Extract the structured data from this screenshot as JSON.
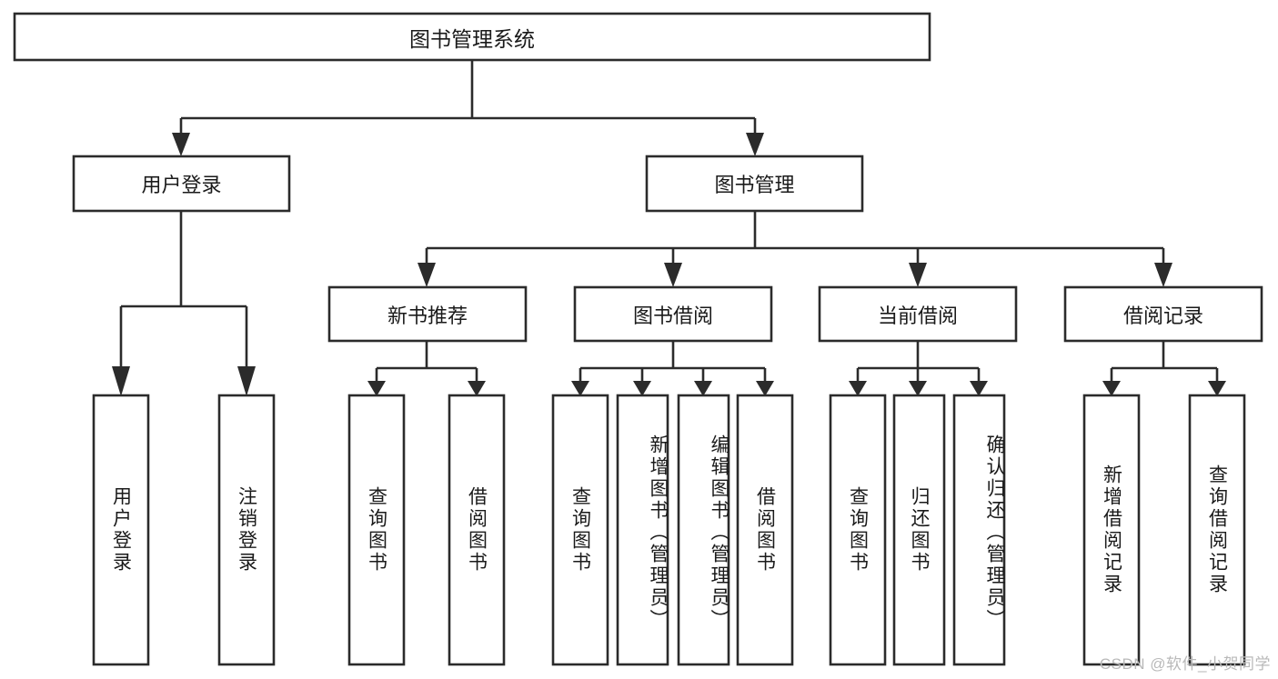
{
  "diagram": {
    "type": "tree",
    "title": "图书管理系统",
    "watermark": "CSDN @软件_小贺同学",
    "colors": {
      "stroke": "#2b2b2b",
      "fill": "#ffffff",
      "text": "#1a1a1a",
      "watermark": "#b9b9b9"
    },
    "root": {
      "label": "图书管理系统",
      "orientation": "horizontal"
    },
    "level2": [
      {
        "label": "用户登录",
        "orientation": "horizontal"
      },
      {
        "label": "图书管理",
        "orientation": "horizontal"
      }
    ],
    "level3": [
      {
        "label": "新书推荐",
        "orientation": "horizontal"
      },
      {
        "label": "图书借阅",
        "orientation": "horizontal"
      },
      {
        "label": "当前借阅",
        "orientation": "horizontal"
      },
      {
        "label": "借阅记录",
        "orientation": "horizontal"
      }
    ],
    "leaves": {
      "user_login": [
        {
          "label": "用户登录",
          "orientation": "vertical"
        },
        {
          "label": "注销登录",
          "orientation": "vertical"
        }
      ],
      "new_book_recommend": [
        {
          "label": "查询图书",
          "orientation": "vertical"
        },
        {
          "label": "借阅图书",
          "orientation": "vertical"
        }
      ],
      "book_borrow": [
        {
          "label": "查询图书",
          "orientation": "vertical"
        },
        {
          "label": "新增图书（管理员）",
          "orientation": "vertical"
        },
        {
          "label": "编辑图书（管理员）",
          "orientation": "vertical"
        },
        {
          "label": "借阅图书",
          "orientation": "vertical"
        }
      ],
      "current_borrow": [
        {
          "label": "查询图书",
          "orientation": "vertical"
        },
        {
          "label": "归还图书",
          "orientation": "vertical"
        },
        {
          "label": "确认归还（管理员）",
          "orientation": "vertical"
        }
      ],
      "borrow_record": [
        {
          "label": "新增借阅记录",
          "orientation": "vertical"
        },
        {
          "label": "查询借阅记录",
          "orientation": "vertical"
        }
      ]
    },
    "edges": [
      {
        "from": "图书管理系统",
        "to": "用户登录"
      },
      {
        "from": "图书管理系统",
        "to": "图书管理"
      },
      {
        "from": "用户登录",
        "to": "用户登录(叶)"
      },
      {
        "from": "用户登录",
        "to": "注销登录"
      },
      {
        "from": "图书管理",
        "to": "新书推荐"
      },
      {
        "from": "图书管理",
        "to": "图书借阅"
      },
      {
        "from": "图书管理",
        "to": "当前借阅"
      },
      {
        "from": "图书管理",
        "to": "借阅记录"
      },
      {
        "from": "新书推荐",
        "to": "查询图书"
      },
      {
        "from": "新书推荐",
        "to": "借阅图书"
      },
      {
        "from": "图书借阅",
        "to": "查询图书"
      },
      {
        "from": "图书借阅",
        "to": "新增图书（管理员）"
      },
      {
        "from": "图书借阅",
        "to": "编辑图书（管理员）"
      },
      {
        "from": "图书借阅",
        "to": "借阅图书"
      },
      {
        "from": "当前借阅",
        "to": "查询图书"
      },
      {
        "from": "当前借阅",
        "to": "归还图书"
      },
      {
        "from": "当前借阅",
        "to": "确认归还（管理员）"
      },
      {
        "from": "借阅记录",
        "to": "新增借阅记录"
      },
      {
        "from": "借阅记录",
        "to": "查询借阅记录"
      }
    ]
  }
}
